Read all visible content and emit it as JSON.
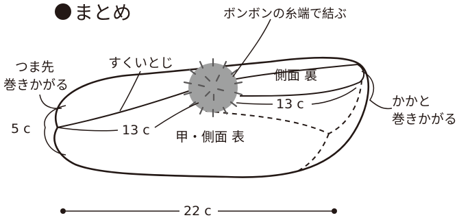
{
  "heading": {
    "text": "●まとめ"
  },
  "labels": {
    "pompom": "ボンボンの糸端で結ぶ",
    "sukui": "すくいとじ",
    "toe_line1": "つま先",
    "toe_line2": "巻きかがる",
    "side_back": "側面 裏",
    "heel_line1": "かかと",
    "heel_line2": "巻きかがる",
    "front_side": "甲・側面 表",
    "dim_5": "5 c",
    "dim_13_upper": "13 c",
    "dim_13_lower": "13 c",
    "dim_22": "22 c"
  },
  "colors": {
    "line": "#231815",
    "pompom_fill": "#9fa0a0",
    "pompom_strand": "#595757"
  }
}
